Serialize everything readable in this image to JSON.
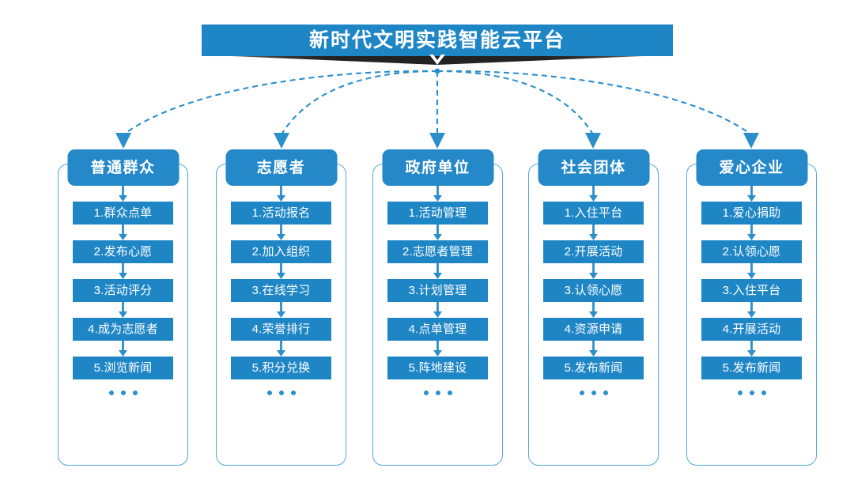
{
  "header": {
    "title": "新时代文明实践智能云平台",
    "banner_color": "#1f86c6",
    "shadow_color": "#2b2b2b",
    "arrow_icon": "chevron-down-icon"
  },
  "connectors": {
    "style": "dashed",
    "color": "#2b8fcc",
    "arrowhead": "triangle-down",
    "count": 5
  },
  "palette": {
    "accent": "#1f86c6",
    "header_box": "#2488c9",
    "frame_border": "#4ea8dd",
    "item_text": "#ffffff",
    "dot": "#2b8fcc"
  },
  "columns": [
    {
      "id": "ordinary-public",
      "header": "普通群众",
      "items": [
        "1.群众点单",
        "2.发布心愿",
        "3.活动评分",
        "4.成为志愿者",
        "5.浏览新闻"
      ],
      "more_indicator": "..."
    },
    {
      "id": "volunteer",
      "header": "志愿者",
      "items": [
        "1.活动报名",
        "2.加入组织",
        "3.在线学习",
        "4.荣誉排行",
        "5.积分兑换"
      ],
      "more_indicator": "..."
    },
    {
      "id": "government-unit",
      "header": "政府单位",
      "items": [
        "1.活动管理",
        "2.志愿者管理",
        "3.计划管理",
        "4.点单管理",
        "5.阵地建设"
      ],
      "more_indicator": "..."
    },
    {
      "id": "social-group",
      "header": "社会团体",
      "items": [
        "1.入住平台",
        "2.开展活动",
        "3.认领心愿",
        "4.资源申请",
        "5.发布新闻"
      ],
      "more_indicator": "..."
    },
    {
      "id": "caring-enterprise",
      "header": "爱心企业",
      "items": [
        "1.爱心捐助",
        "2.认领心愿",
        "3.入住平台",
        "4.开展活动",
        "5.发布新闻"
      ],
      "more_indicator": "..."
    }
  ]
}
